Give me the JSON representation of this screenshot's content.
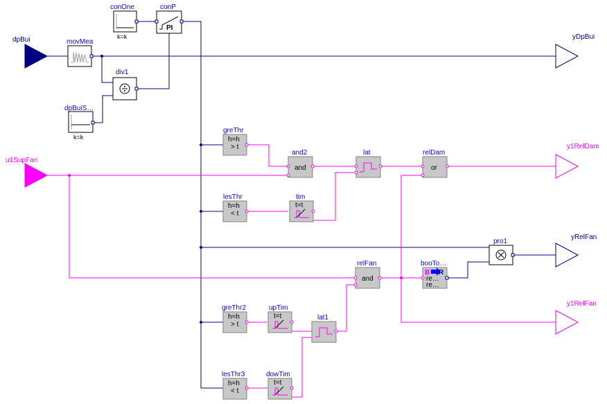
{
  "inputs": {
    "dpBui": "dpBui",
    "u1SupFan": "u1SupFan"
  },
  "outputs": {
    "yDpBui": "yDpBui",
    "y1RelDam": "y1RelDam",
    "yRelFan": "yRelFan",
    "y1RelFan": "y1RelFan"
  },
  "blocks": {
    "conOne": {
      "name": "conOne",
      "param": "k=k"
    },
    "conP": {
      "name": "conP",
      "text": "PI"
    },
    "movMea": {
      "name": "movMea"
    },
    "div1": {
      "name": "div1"
    },
    "dpBuiSet": {
      "name": "dpBuiS…",
      "param": "k=k"
    },
    "greThr": {
      "name": "greThr",
      "line1": "h=h",
      "line2": "> t"
    },
    "lesThr": {
      "name": "lesThr",
      "line1": "h=h",
      "line2": "< t"
    },
    "and2": {
      "name": "and2",
      "text": "and"
    },
    "tim": {
      "name": "tim",
      "text": "t=t"
    },
    "lat": {
      "name": "lat"
    },
    "relDam": {
      "name": "relDam",
      "text": "or"
    },
    "pro1": {
      "name": "pro1"
    },
    "relFan": {
      "name": "relFan",
      "text": "and"
    },
    "booToRea": {
      "name": "booTo…",
      "line1": "B",
      "line2": "R",
      "line3": "re…",
      "line4": "re…"
    },
    "greThr2": {
      "name": "greThr2",
      "line1": "h=h",
      "line2": "> t"
    },
    "upTim": {
      "name": "upTim",
      "text": "t=t"
    },
    "lat1": {
      "name": "lat1"
    },
    "lesThr3": {
      "name": "lesThr3",
      "line1": "h=h",
      "line2": "< t"
    },
    "dowTim": {
      "name": "dowTim",
      "text": "t=t"
    }
  }
}
